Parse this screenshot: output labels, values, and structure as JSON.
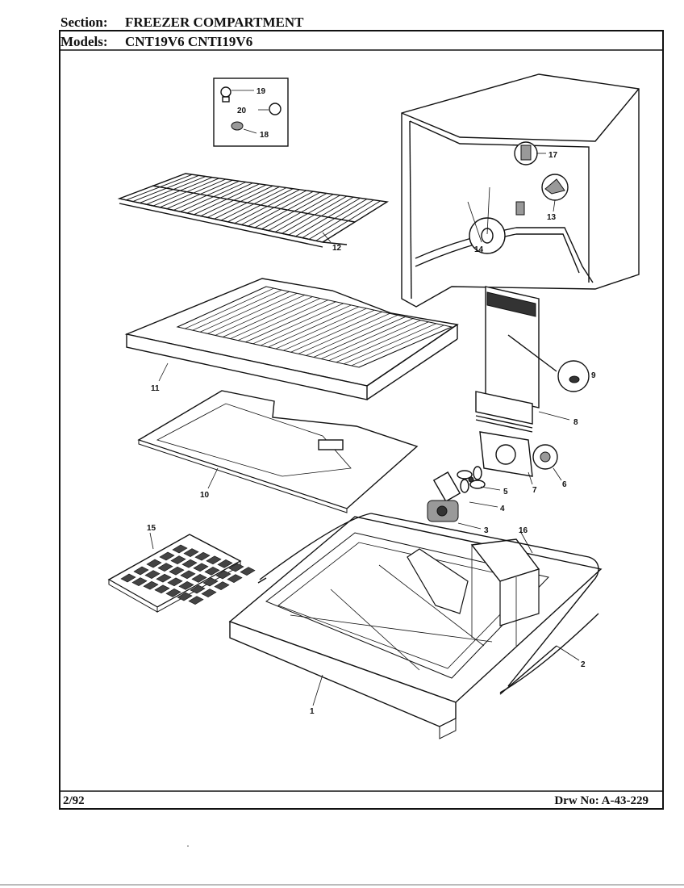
{
  "header": {
    "section_label": "Section:",
    "section_value": "FREEZER COMPARTMENT",
    "models_label": "Models:",
    "models_value": "CNT19V6  CNTI19V6"
  },
  "footer": {
    "date": "2/92",
    "drawing_number": "Drw No: A-43-229"
  },
  "callouts": {
    "p1": "1",
    "p2": "2",
    "p3": "3",
    "p4": "4",
    "p5": "5",
    "p6": "6",
    "p7": "7",
    "p8": "8",
    "p9": "9",
    "p10": "10",
    "p11": "11",
    "p12": "12",
    "p13": "13",
    "p14": "14",
    "p15": "15",
    "p16": "16",
    "p17": "17",
    "p18": "18",
    "p19": "19",
    "p20": "20"
  }
}
